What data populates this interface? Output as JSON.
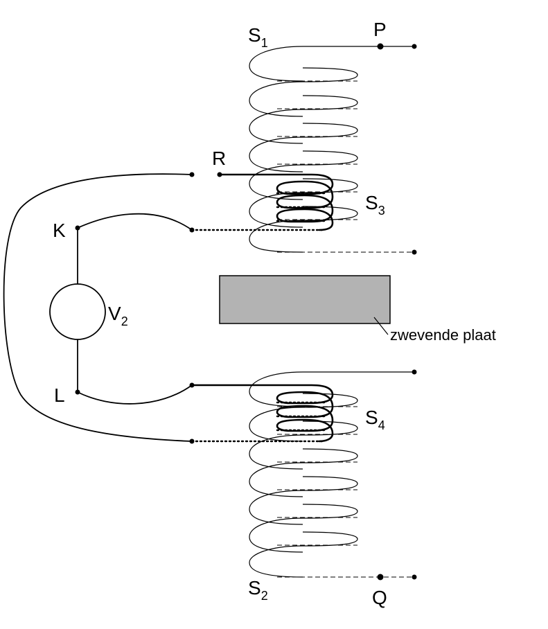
{
  "labels": {
    "S1": {
      "main": "S",
      "sub": "1"
    },
    "S2": {
      "main": "S",
      "sub": "2"
    },
    "S3": {
      "main": "S",
      "sub": "3"
    },
    "S4": {
      "main": "S",
      "sub": "4"
    },
    "V2": {
      "main": "V",
      "sub": "2"
    },
    "P": "P",
    "Q": "Q",
    "R": "R",
    "K": "K",
    "L": "L",
    "plate": "zwevende plaat"
  },
  "colors": {
    "line": "#000000",
    "plate_fill": "#b3b3b3",
    "background": "#ffffff"
  }
}
